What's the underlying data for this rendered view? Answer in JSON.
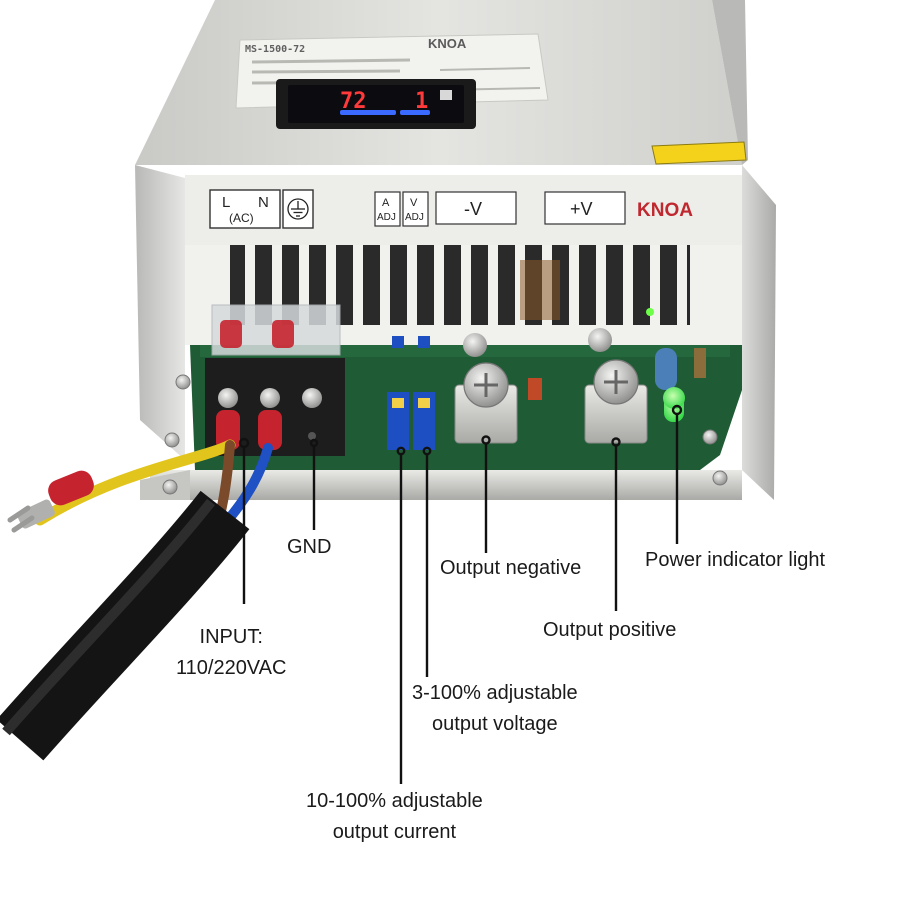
{
  "device": {
    "model": "MS-1500-72",
    "brand": "KNOA",
    "display_left": "72",
    "display_right": "1"
  },
  "panel": {
    "l": "L",
    "n": "N",
    "ac": "(AC)",
    "a": "A",
    "v": "V",
    "adj": "ADJ",
    "neg": "-V",
    "pos": "+V",
    "brand": "KNOA"
  },
  "callouts": {
    "gnd": "GND",
    "input_line1": "INPUT:",
    "input_line2": "110/220VAC",
    "output_negative": "Output negative",
    "power_light": "Power indicator light",
    "output_positive": "Output positive",
    "voltage_line1": "3-100% adjustable",
    "voltage_line2": "output voltage",
    "current_line1": "10-100% adjustable",
    "current_line2": "output current"
  },
  "colors": {
    "pcb": "#1f5b34",
    "case": "#d9d9d6",
    "trimmer": "#1d4fc2",
    "led": "#39d94b",
    "brand": "#c0282f",
    "cable": "#141414"
  }
}
